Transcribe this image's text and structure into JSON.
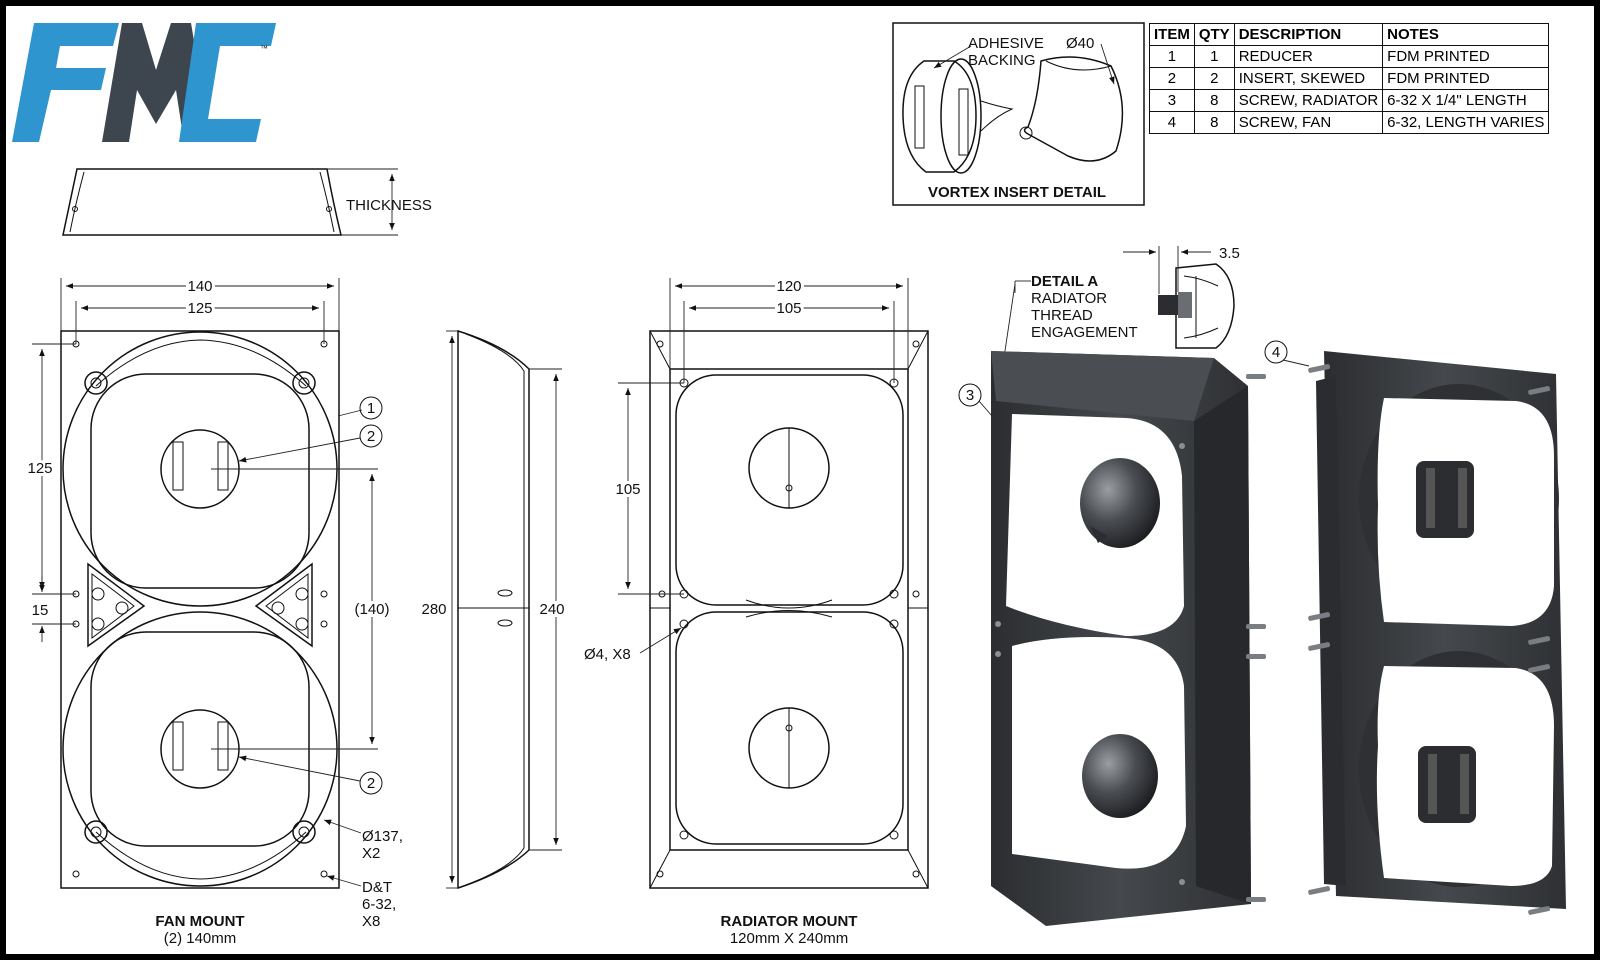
{
  "logo": {
    "text": "FMC",
    "tm": "™",
    "color_blue": "#2f95cf",
    "color_dark": "#3d464f"
  },
  "profile": {
    "thickness_label": "THICKNESS"
  },
  "bom": {
    "headers": [
      "ITEM",
      "QTY",
      "DESCRIPTION",
      "NOTES"
    ],
    "rows": [
      [
        "1",
        "1",
        "REDUCER",
        "FDM PRINTED"
      ],
      [
        "2",
        "2",
        "INSERT, SKEWED",
        "FDM PRINTED"
      ],
      [
        "3",
        "8",
        "SCREW, RADIATOR",
        "6-32 X 1/4\" LENGTH"
      ],
      [
        "4",
        "8",
        "SCREW, FAN",
        "6-32, LENGTH VARIES"
      ]
    ]
  },
  "vortex_detail": {
    "title": "VORTEX INSERT DETAIL",
    "adhesive_1": "ADHESIVE",
    "adhesive_2": "BACKING",
    "diameter": "Ø40"
  },
  "fan_mount": {
    "title": "FAN MOUNT",
    "subtitle": "(2) 140mm",
    "dim_140": "140",
    "dim_125_top": "125",
    "dim_125_left": "125",
    "dim_15": "15",
    "dim_140_ref": "(140)",
    "dia_137": "Ø137,",
    "dia_137_qty": "X2",
    "tap_1": "D&T",
    "tap_2": "6-32,",
    "tap_3": "X8",
    "balloon_1": "1",
    "balloon_2a": "2",
    "balloon_2b": "2"
  },
  "side_view": {
    "dim_280": "280",
    "dim_240": "240"
  },
  "radiator_mount": {
    "title": "RADIATOR MOUNT",
    "subtitle": "120mm X 240mm",
    "dim_120": "120",
    "dim_105_top": "105",
    "dim_105_left": "105",
    "hole": "Ø4, X8"
  },
  "detail_a": {
    "title": "DETAIL A",
    "line_1": "RADIATOR",
    "line_2": "THREAD",
    "line_3": "ENGAGEMENT",
    "dim_3_5": "3.5"
  },
  "iso": {
    "balloon_3": "3",
    "balloon_4": "4",
    "body_color": "#3a3c3f"
  }
}
